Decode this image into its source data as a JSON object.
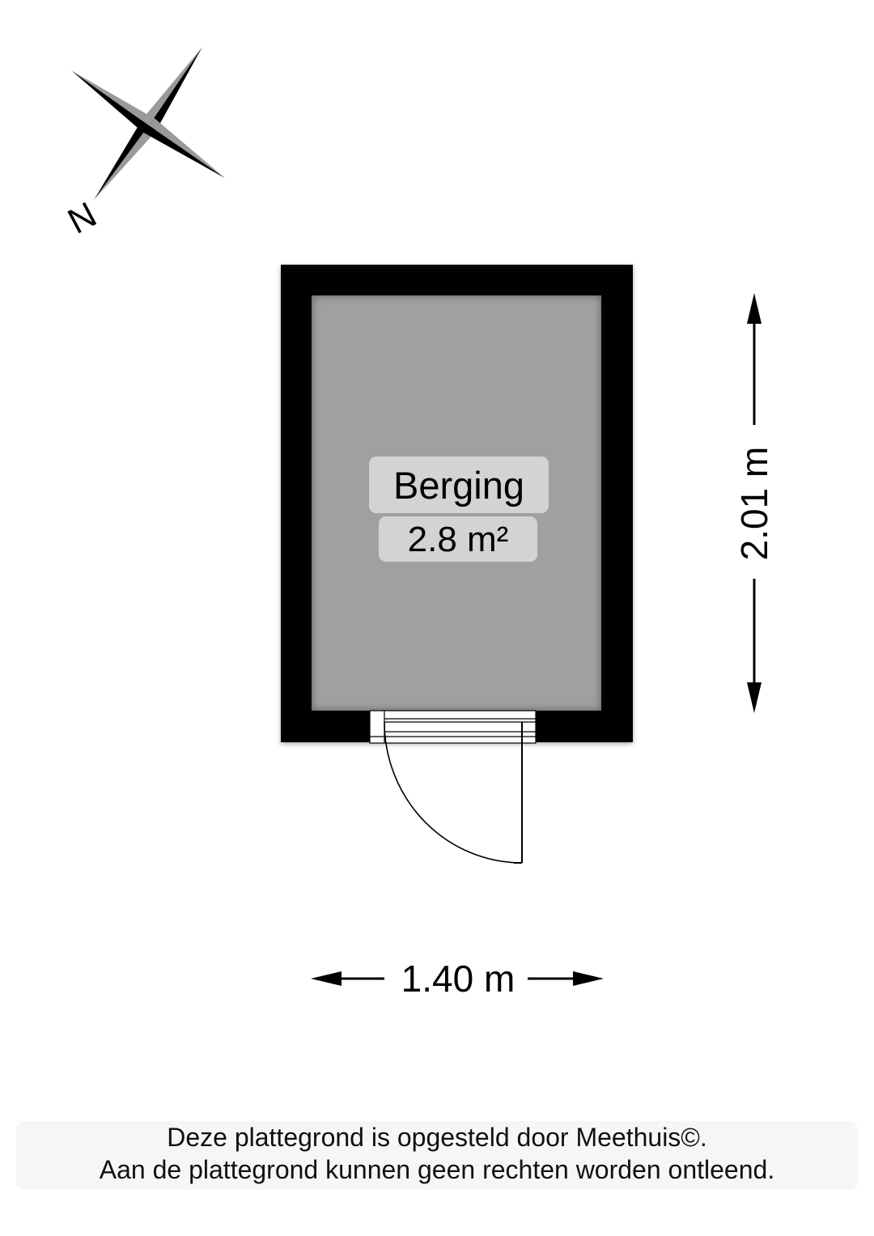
{
  "compass": {
    "north_label": "N",
    "icon": "compass-rose-icon"
  },
  "room": {
    "name": "Berging",
    "area": "2.8 m²"
  },
  "dimensions": {
    "width": "1.40 m",
    "depth": "2.01 m"
  },
  "footer": {
    "line1": "Deze plattegrond is opgesteld door Meethuis©.",
    "line2": "Aan de plattegrond kunnen geen rechten worden ontleend."
  },
  "colors": {
    "wall": "#000000",
    "floor": "#a0a0a0",
    "label_bg": "#d3d3d3",
    "background": "#ffffff"
  }
}
